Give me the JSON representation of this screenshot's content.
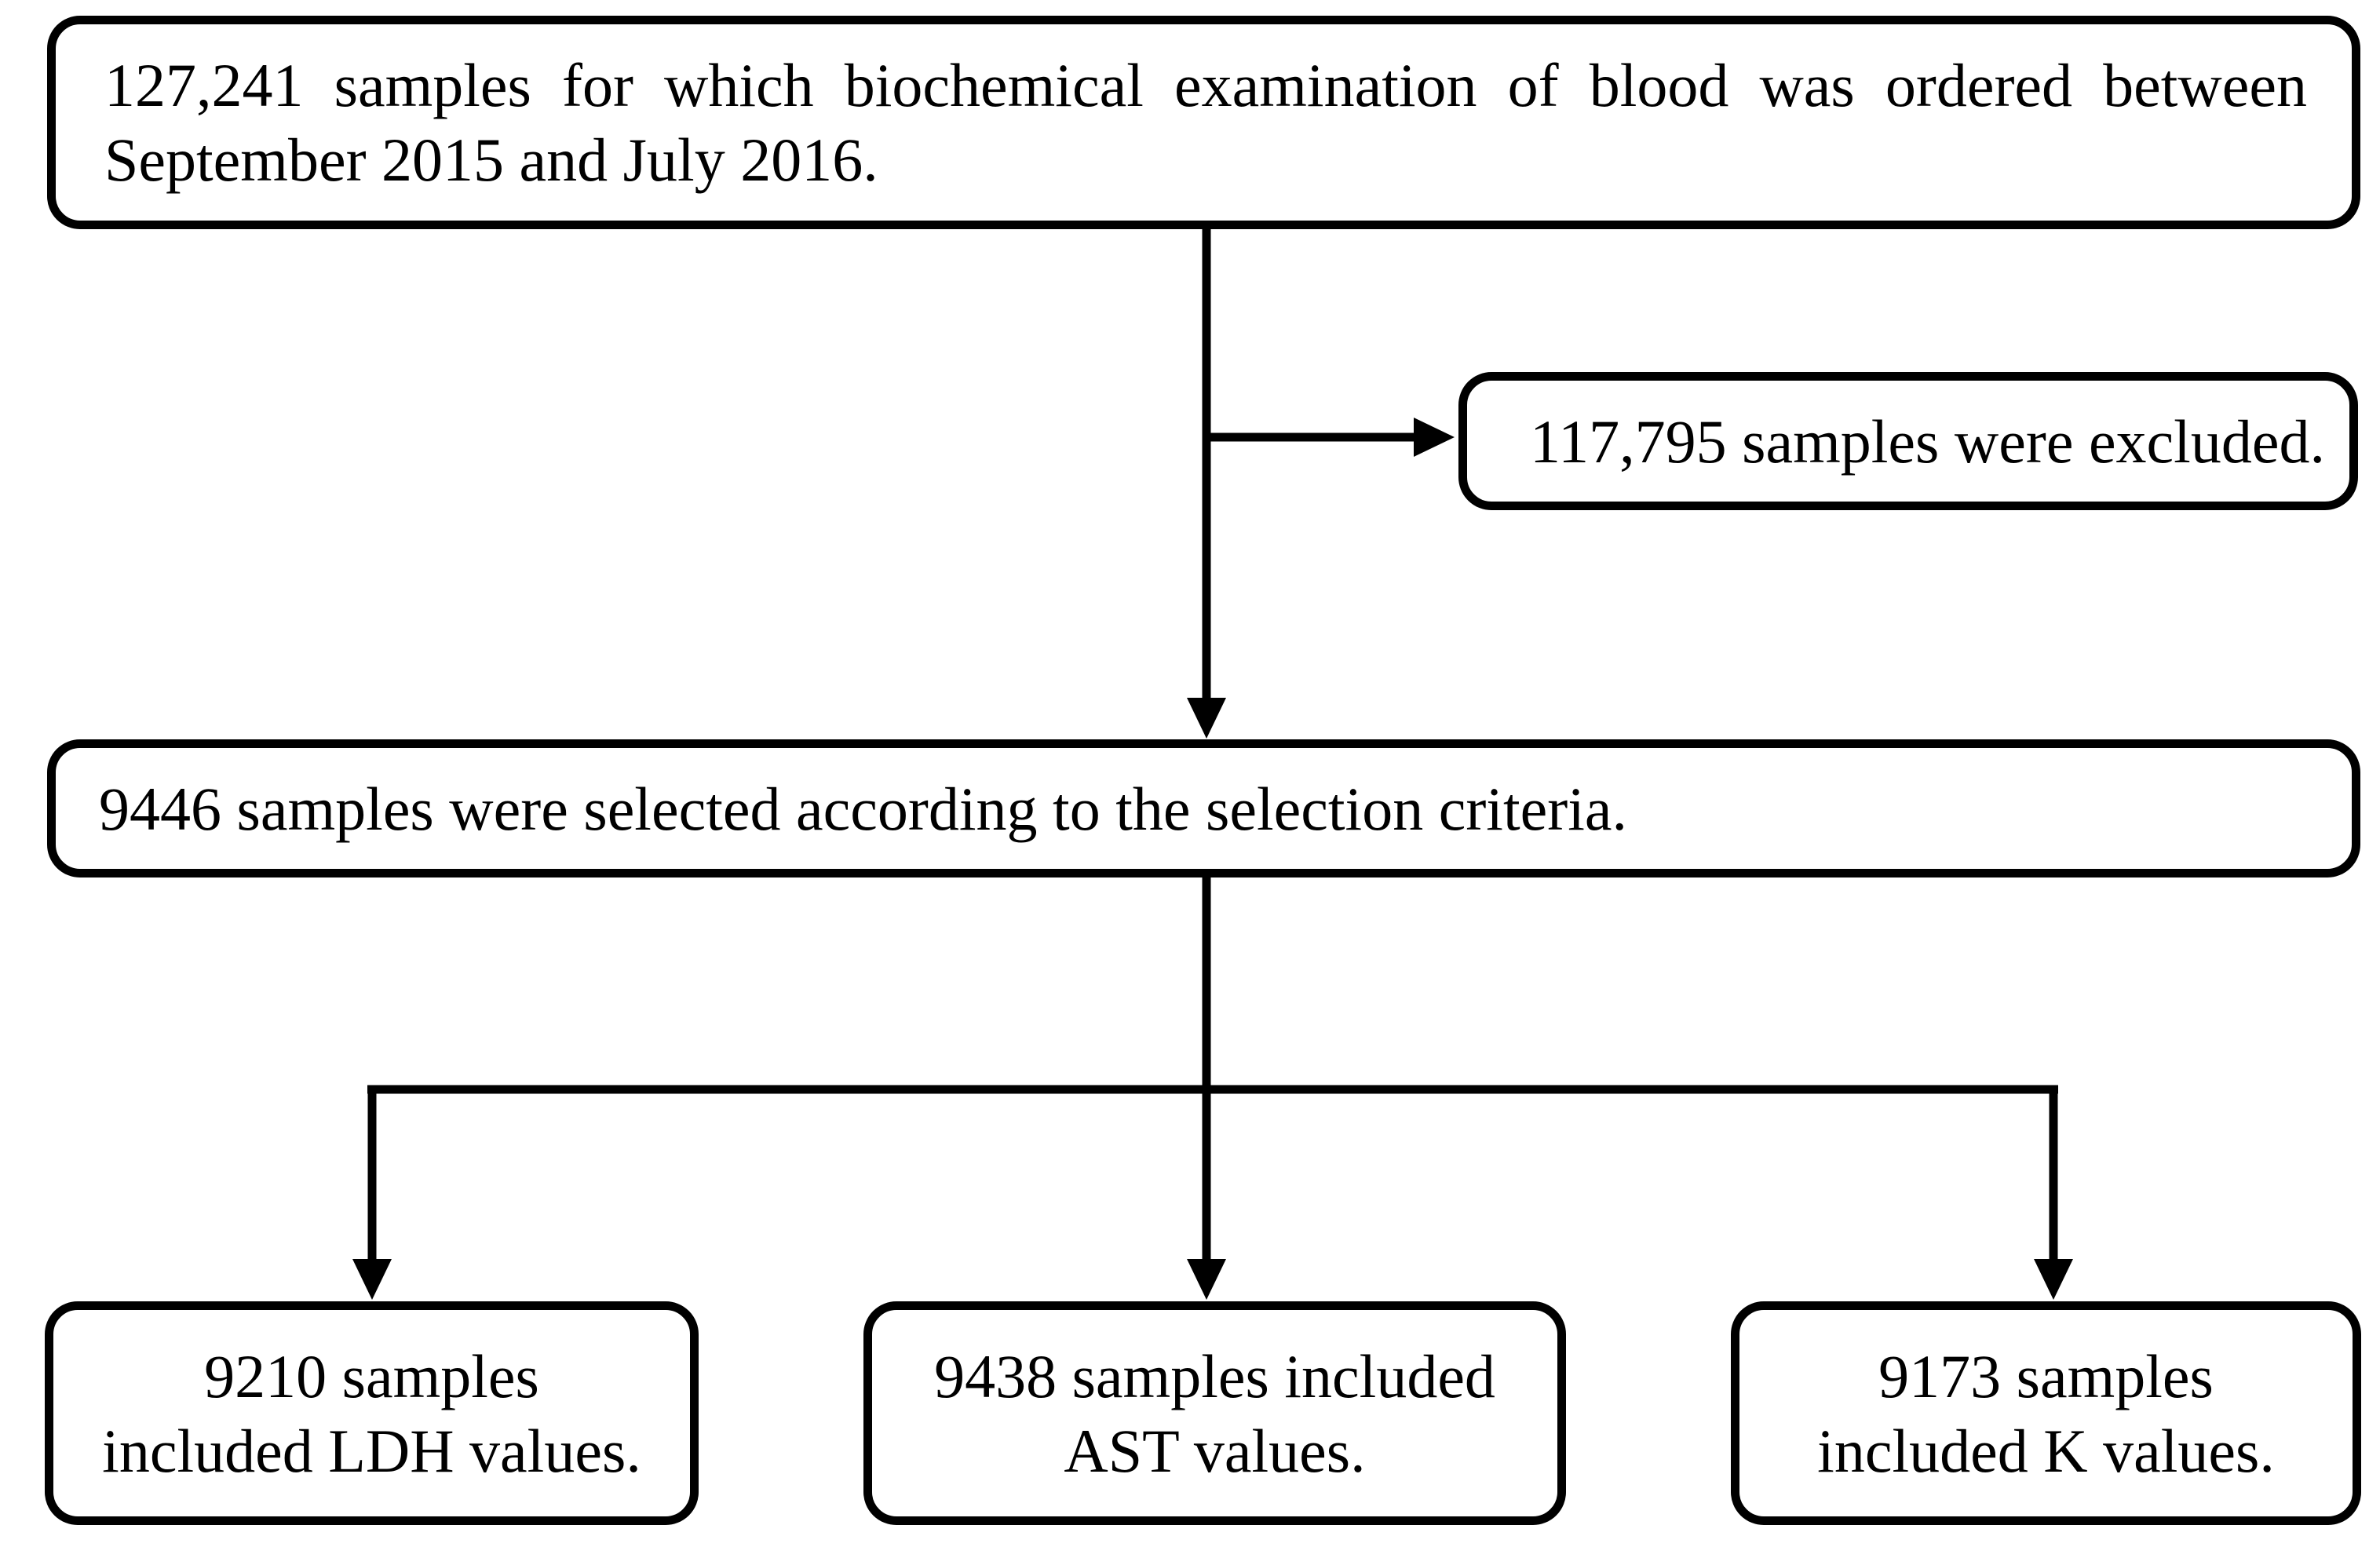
{
  "figure": {
    "type": "flowchart",
    "background_color": "#ffffff",
    "line_color": "#000000",
    "text_color": "#000000"
  },
  "nodes": {
    "total": {
      "line1": "127,241 samples for which biochemical examination of blood was ordered between",
      "line2": "September 2015 and July 2016.",
      "full_text": "127,241 samples for which biochemical examination of blood was ordered between September 2015 and July 2016."
    },
    "excluded": {
      "text": "117,795 samples were excluded."
    },
    "selected": {
      "text": "9446 samples were selected according to the selection criteria."
    },
    "ldh": {
      "line1": "9210 samples",
      "line2": "included LDH values.",
      "full_text": "9210 samples included LDH values."
    },
    "ast": {
      "line1": "9438 samples included",
      "line2": "AST values.",
      "full_text": "9438 samples included AST values."
    },
    "k": {
      "line1": "9173 samples",
      "line2": "included K values.",
      "full_text": "9173 samples included K values."
    }
  },
  "arrows": [
    {
      "from": "total",
      "to": "selected"
    },
    {
      "from": "total",
      "to": "excluded"
    },
    {
      "from": "selected",
      "to": "ldh"
    },
    {
      "from": "selected",
      "to": "ast"
    },
    {
      "from": "selected",
      "to": "k"
    }
  ]
}
